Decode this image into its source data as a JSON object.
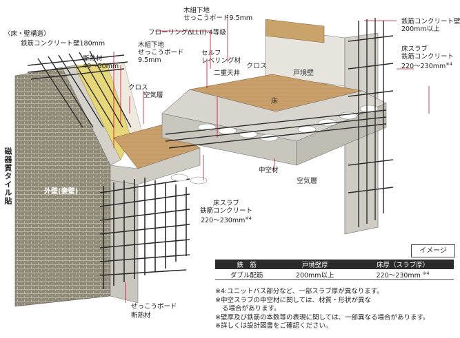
{
  "section_title": "〈床・壁構造〉",
  "labels": {
    "wall_concrete": "鉄筋コンクリート壁180mm",
    "insulation": [
      "断熱材",
      "40〜50mm"
    ],
    "wood_frame_left": [
      "木組下地",
      "せっこうボード",
      "9.5mm"
    ],
    "self_leveling": [
      "セルフ",
      "レベリング材"
    ],
    "wood_frame_top": [
      "木組下地",
      "せっこうボード9.5mm"
    ],
    "flooring": "フローリングΔLL(I)-4等級",
    "rc_wall_right": [
      "鉄筋コンクリート壁",
      "200mm以上"
    ],
    "slab_right": [
      "床スラブ",
      "鉄筋コンクリート",
      "220〜230mm"
    ],
    "slab_right_note": "※4",
    "cloth_left": "クロス",
    "air_layer_left": "空気層",
    "double_ceiling": "二重天井",
    "cloth_right": "クロス",
    "unit_wall": "戸境壁",
    "floor": "床",
    "hollow": "中空材",
    "air_layer_right": "空気層",
    "tile": "磁器質タイル貼",
    "outer_wall": "外壁(妻壁)",
    "slab_bottom": [
      "床スラブ",
      "鉄筋コンクリート",
      "220〜230mm"
    ],
    "slab_bottom_note": "※4",
    "gypsum": "せっこうボード",
    "insulation_bottom": "断熱材"
  },
  "image_badge": "イメージ",
  "table": {
    "headers": [
      "鉄　筋",
      "戸境壁厚",
      "床厚（スラブ厚）"
    ],
    "row": [
      "ダブル配筋",
      "200mm以上",
      "220〜230mm"
    ],
    "row_note": "※4"
  },
  "notes": [
    "※4:ユニットバス部分など、一部スラブ厚が異なります。",
    "※中空スラブの中空材に関しては、材質・形状が異な",
    "る場合があります。",
    "※壁厚及び鉄筋の本数等の表現に関しては、一部異なる場合があります。",
    "※詳しくは設計図書をご確認ください。"
  ],
  "colors": {
    "tile": "#8f8a78",
    "concrete": "#d4d1ca",
    "wood_floor": "#c9a06b",
    "rebar": "#2c2c2c",
    "insulation": "#e6d77a",
    "accent_line": "#c8102e"
  }
}
